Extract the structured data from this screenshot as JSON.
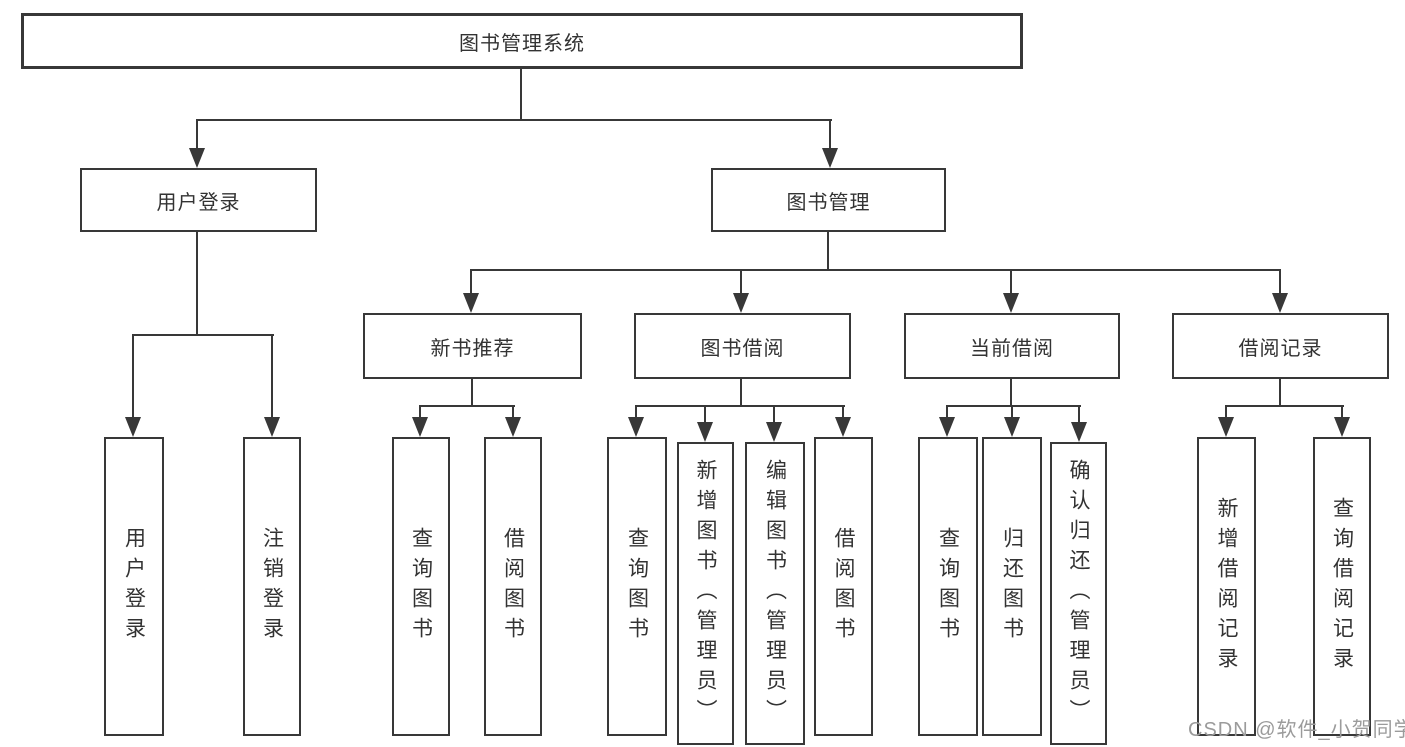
{
  "diagram": {
    "root": {
      "label": "图书管理系统"
    },
    "branches": [
      {
        "label": "用户登录",
        "children": [
          {
            "label": "用户登录"
          },
          {
            "label": "注销登录"
          }
        ]
      },
      {
        "label": "图书管理",
        "children": [
          {
            "label": "新书推荐",
            "children": [
              {
                "label": "查询图书"
              },
              {
                "label": "借阅图书"
              }
            ]
          },
          {
            "label": "图书借阅",
            "children": [
              {
                "label": "查询图书"
              },
              {
                "label": "新增图书（管理员）"
              },
              {
                "label": "编辑图书（管理员）"
              },
              {
                "label": "借阅图书"
              }
            ]
          },
          {
            "label": "当前借阅",
            "children": [
              {
                "label": "查询图书"
              },
              {
                "label": "归还图书"
              },
              {
                "label": "确认归还（管理员）"
              }
            ]
          },
          {
            "label": "借阅记录",
            "children": [
              {
                "label": "新增借阅记录"
              },
              {
                "label": "查询借阅记录"
              }
            ]
          }
        ]
      }
    ]
  },
  "watermark": {
    "text": "CSDN @软件_小贺同学"
  },
  "colors": {
    "line": "#383838",
    "text": "#333333",
    "watermark": "#9b9b9b",
    "background": "#ffffff"
  }
}
